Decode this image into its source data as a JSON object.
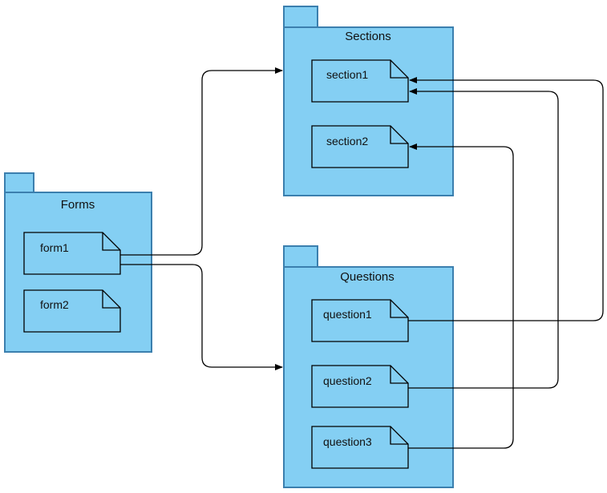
{
  "colors": {
    "package_fill": "#84cff3",
    "package_stroke": "#3b7fae",
    "document_stroke": "#000000",
    "connector": "#000000"
  },
  "packages": [
    {
      "id": "forms",
      "title": "Forms",
      "documents": [
        {
          "id": "form1",
          "label": "form1"
        },
        {
          "id": "form2",
          "label": "form2"
        }
      ]
    },
    {
      "id": "sections",
      "title": "Sections",
      "documents": [
        {
          "id": "section1",
          "label": "section1"
        },
        {
          "id": "section2",
          "label": "section2"
        }
      ]
    },
    {
      "id": "questions",
      "title": "Questions",
      "documents": [
        {
          "id": "question1",
          "label": "question1"
        },
        {
          "id": "question2",
          "label": "question2"
        },
        {
          "id": "question3",
          "label": "question3"
        }
      ]
    }
  ],
  "dependencies": [
    {
      "from": "form1",
      "to": "sections"
    },
    {
      "from": "form1",
      "to": "questions"
    },
    {
      "from": "question1",
      "to": "section1"
    },
    {
      "from": "question2",
      "to": "section1"
    },
    {
      "from": "question3",
      "to": "section2"
    }
  ]
}
